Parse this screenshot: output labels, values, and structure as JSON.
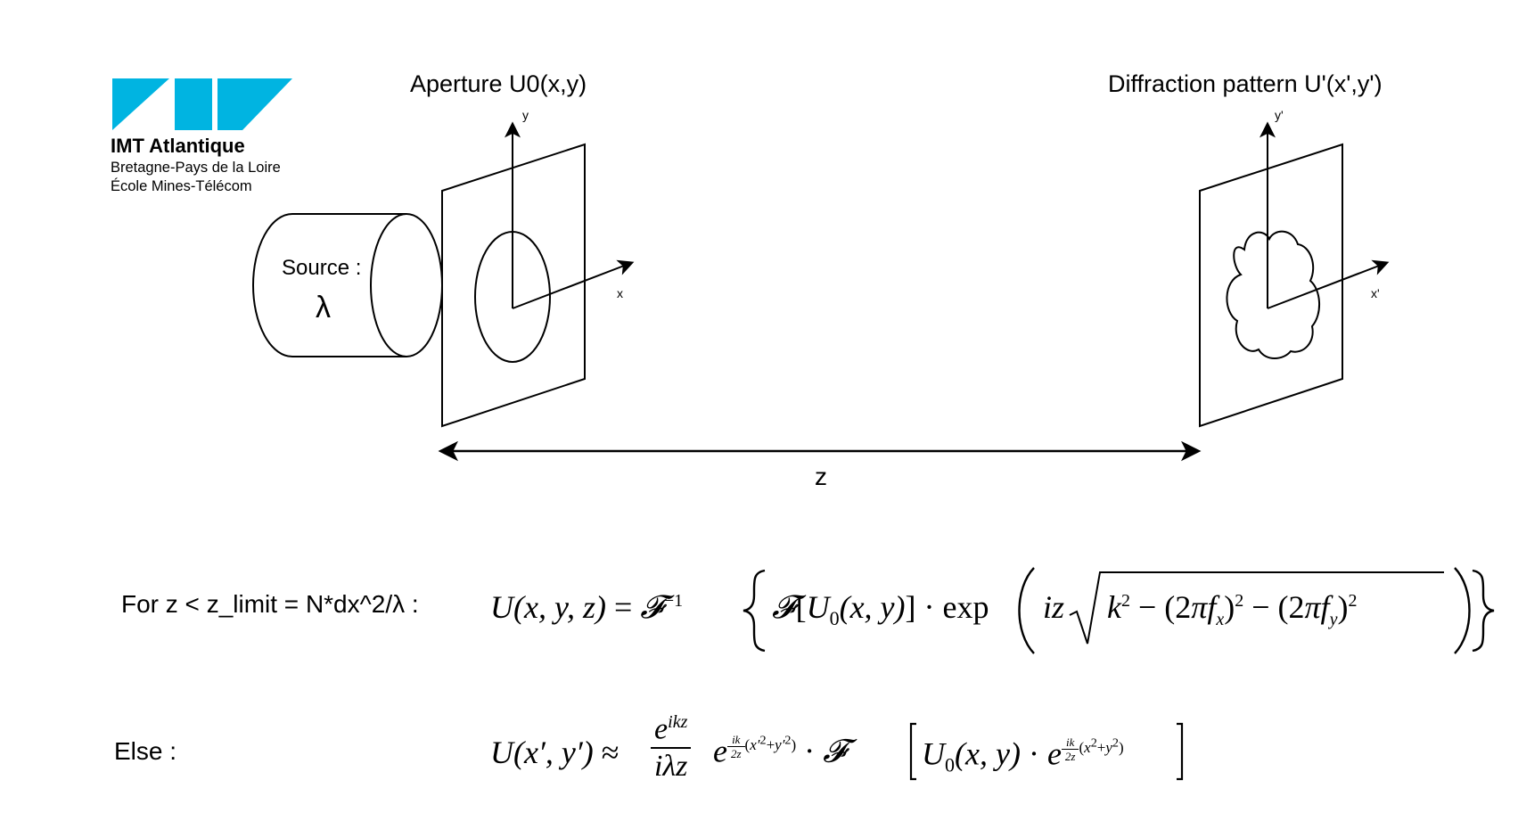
{
  "logo": {
    "name": "IMT Atlantique",
    "subtitle_line1": "Bretagne-Pays de la Loire",
    "subtitle_line2": "École Mines-Télécom",
    "color": "#00b4e1"
  },
  "diagram": {
    "aperture_title": "Aperture U0(x,y)",
    "pattern_title": "Diffraction pattern U'(x',y')",
    "source_label": "Source :",
    "wavelength_symbol": "λ",
    "axis_y": "y",
    "axis_x": "x",
    "axis_y_prime": "y'",
    "axis_x_prime": "x'",
    "distance_label": "z"
  },
  "equations": {
    "near_condition": "For z < z_limit = N*dx^2/λ :",
    "far_condition": "Else :"
  }
}
